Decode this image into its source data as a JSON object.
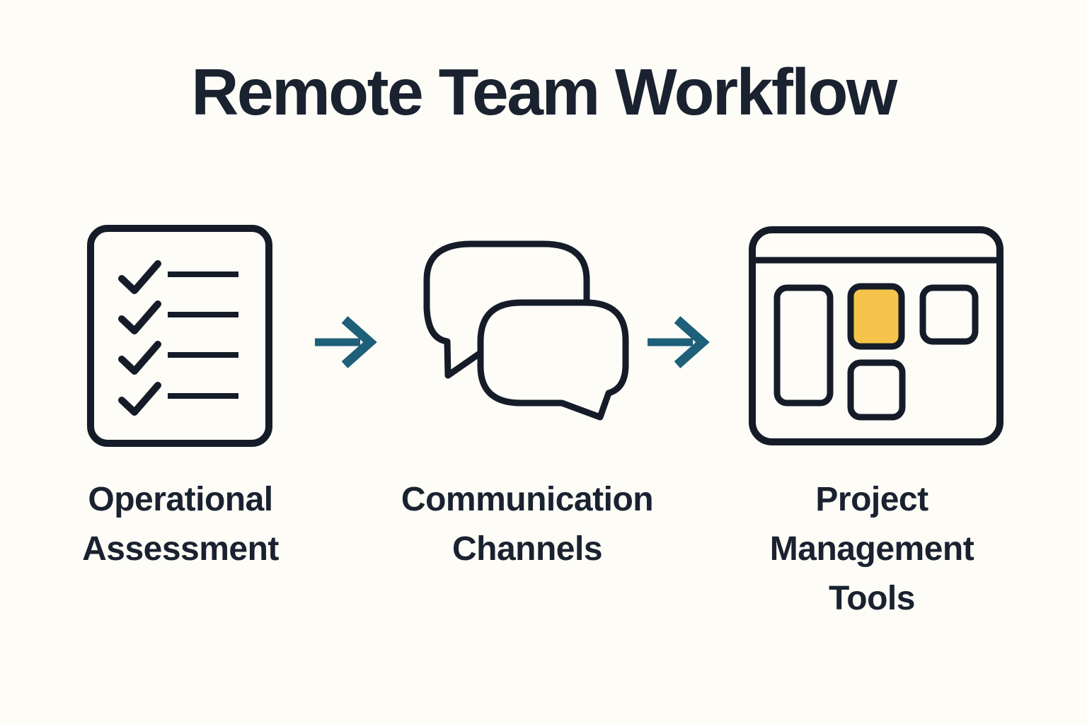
{
  "title": "Remote Team Workflow",
  "colors": {
    "background": "#FDFCF7",
    "ink": "#151C28",
    "text": "#1A2230",
    "arrow": "#1E5F7A",
    "card_yellow": "#F6C44A"
  },
  "workflow": {
    "steps": [
      {
        "id": "operational-assessment",
        "icon": "checklist-icon",
        "label": "Operational Assessment",
        "lines": [
          "Operational",
          "Assessment"
        ]
      },
      {
        "id": "communication-channels",
        "icon": "chat-bubbles-icon",
        "label": "Communication Channels",
        "lines": [
          "Communication",
          "Channels"
        ]
      },
      {
        "id": "project-management-tools",
        "icon": "kanban-board-icon",
        "label": "Project Management Tools",
        "lines": [
          "Project",
          "Management",
          "Tools"
        ]
      }
    ],
    "connector": "arrow-right"
  }
}
